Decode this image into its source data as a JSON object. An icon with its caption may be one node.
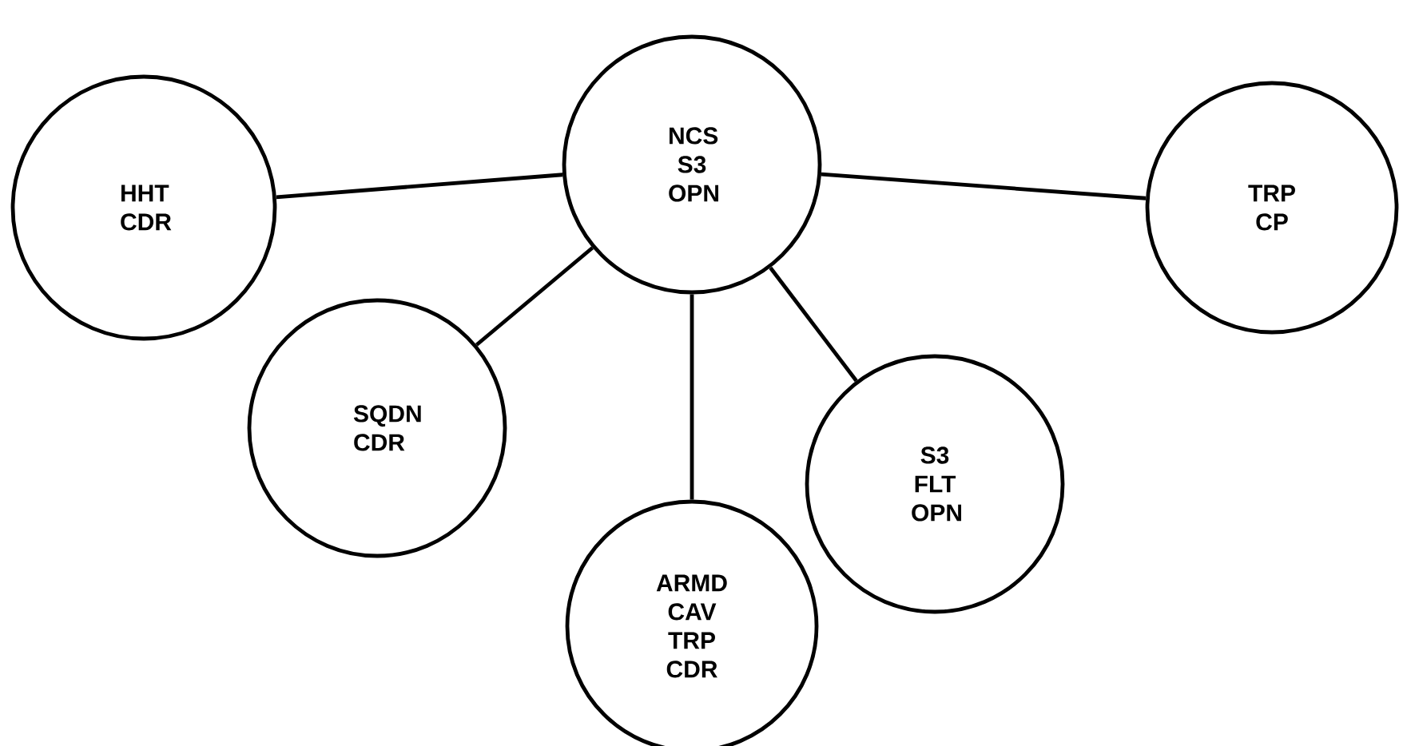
{
  "diagram": {
    "nodes": [
      {
        "text": [
          "HHT CDR"
        ]
      },
      {
        "text": [
          "NCS S3 OPN"
        ]
      },
      {
        "text": [
          "TRP CP"
        ]
      },
      {
        "text": [
          "SQDN CDR"
        ]
      },
      {
        "text": [
          "S3 FLT OPN"
        ]
      },
      {
        "text": [
          "ARMD CAV TRP CDR"
        ]
      }
    ],
    "edges": [
      {
        "from": 0,
        "to": 1,
        "arrow": "none"
      },
      {
        "from": 1,
        "to": 2,
        "arrow": "none"
      },
      {
        "from": 1,
        "to": 3,
        "arrow": "none"
      },
      {
        "from": 1,
        "to": 5,
        "arrow": "none"
      },
      {
        "from": 1,
        "to": 4,
        "arrow": "none"
      }
    ]
  }
}
